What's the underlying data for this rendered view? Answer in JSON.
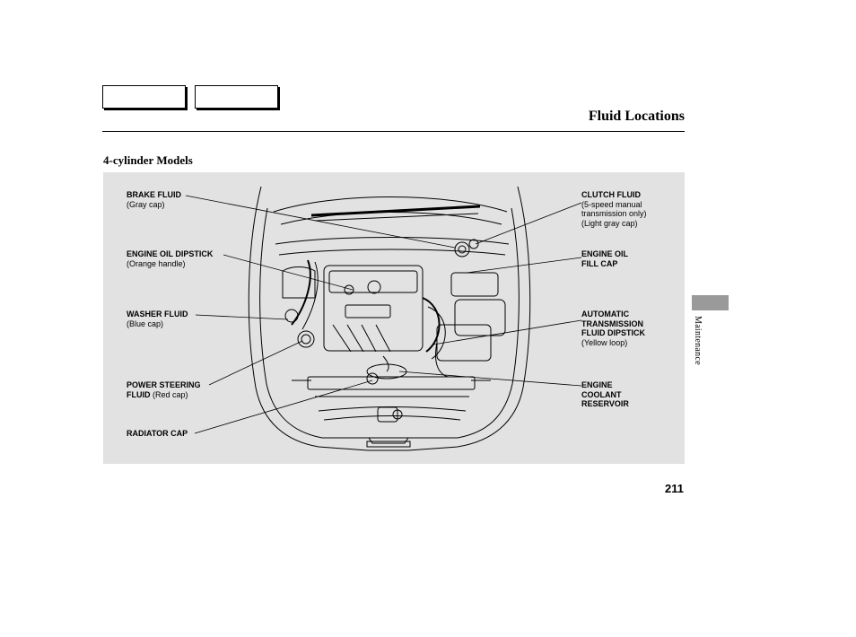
{
  "header": {
    "title": "Fluid Locations"
  },
  "section": {
    "heading": "4-cylinder Models"
  },
  "callouts": {
    "brake_fluid": {
      "label": "BRAKE FLUID",
      "sub": "(Gray cap)"
    },
    "engine_oil_dipstick": {
      "label": "ENGINE OIL DIPSTICK",
      "sub": "(Orange handle)"
    },
    "washer_fluid": {
      "label": "WASHER FLUID",
      "sub": "(Blue cap)"
    },
    "power_steering": {
      "label": "POWER STEERING",
      "label2": "FLUID",
      "sub": "(Red cap)"
    },
    "radiator_cap": {
      "label": "RADIATOR CAP"
    },
    "clutch_fluid": {
      "label": "CLUTCH FLUID",
      "sub1": "(5-speed manual",
      "sub2": "transmission only)",
      "sub3": "(Light gray cap)"
    },
    "engine_oil_fill": {
      "label1": "ENGINE OIL",
      "label2": "FILL CAP"
    },
    "atf_dipstick": {
      "label1": "AUTOMATIC",
      "label2": "TRANSMISSION",
      "label3": "FLUID DIPSTICK",
      "sub": "(Yellow loop)"
    },
    "coolant_reservoir": {
      "label1": "ENGINE",
      "label2": "COOLANT",
      "label3": "RESERVOIR"
    }
  },
  "sidebar": {
    "section_label": "Maintenance"
  },
  "footer": {
    "page_number": "211"
  },
  "colors": {
    "panel_bg": "#e2e2e2",
    "side_tab": "#9a9a9a",
    "ink": "#000000"
  }
}
